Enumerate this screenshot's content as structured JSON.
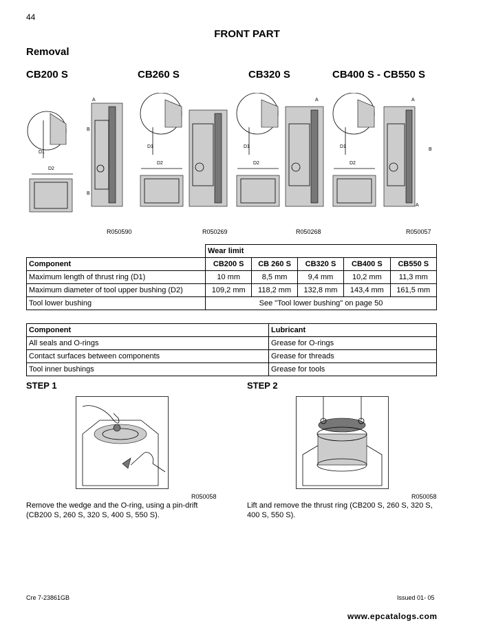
{
  "page": {
    "number": "44",
    "title": "FRONT PART",
    "section": "Removal"
  },
  "models": [
    "CB200 S",
    "CB260 S",
    "CB320 S",
    "CB400 S - CB550 S"
  ],
  "figures": {
    "refs": [
      "R050590",
      "R050269",
      "R050268",
      "R050057"
    ],
    "labels": {
      "a": "A",
      "b": "B",
      "d1": "D1",
      "d2": "D2"
    }
  },
  "wear_table": {
    "group_header": "Wear limit",
    "component_header": "Component",
    "columns": [
      "CB200 S",
      "CB 260 S",
      "CB320 S",
      "CB400 S",
      "CB550 S"
    ],
    "rows": [
      {
        "component": "Maximum length of thrust ring (D1)",
        "values": [
          "10 mm",
          "8,5 mm",
          "9,4 mm",
          "10,2 mm",
          "11,3 mm"
        ]
      },
      {
        "component": "Maximum diameter of tool upper bushing (D2)",
        "values": [
          "109,2 mm",
          "118,2 mm",
          "132,8 mm",
          "143,4 mm",
          "161,5 mm"
        ]
      }
    ],
    "span_row": {
      "component": "Tool lower bushing",
      "value": "See \"Tool lower bushing\" on page 50"
    }
  },
  "lube_table": {
    "headers": [
      "Component",
      "Lubricant"
    ],
    "rows": [
      [
        "All seals and O-rings",
        "Grease for O-rings"
      ],
      [
        "Contact surfaces between components",
        "Grease for threads"
      ],
      [
        "Tool inner bushings",
        "Grease for tools"
      ]
    ]
  },
  "steps": [
    {
      "title": "STEP 1",
      "ref": "R050058",
      "text": "Remove the wedge and the O-ring, using a pin-drift (CB200 S, 260 S, 320 S, 400 S, 550 S)."
    },
    {
      "title": "STEP 2",
      "ref": "R050058",
      "text": "Lift and remove the thrust ring (CB200 S, 260 S, 320 S, 400 S, 550 S)."
    }
  ],
  "footer": {
    "left": "Cre  7-23861GB",
    "right": "Issued 01- 05",
    "watermark": "www.epcatalogs.com"
  }
}
